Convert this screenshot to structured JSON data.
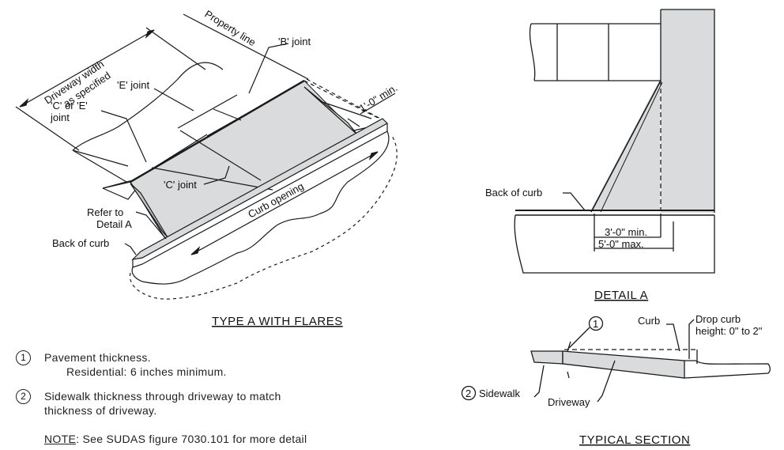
{
  "plan": {
    "driveway_width": [
      "Driveway width",
      "as specified"
    ],
    "property_line": "Property line",
    "b_joint": "'B' joint",
    "e_joint": "'E' joint",
    "c_or_e_joint": [
      "'C' or 'E'",
      "joint"
    ],
    "c_joint": "'C' joint",
    "one_foot_min": "1'-0\" min.",
    "curb_opening": "Curb opening",
    "refer_to_detail": [
      "Refer to",
      "Detail A"
    ],
    "back_of_curb": "Back of curb",
    "caption": "TYPE A WITH FLARES"
  },
  "detail": {
    "back_of_curb": "Back of curb",
    "dim_min": "3'-0\" min.",
    "dim_max": "5'-0\" max.",
    "caption": "DETAIL A"
  },
  "section": {
    "marker_1": "1",
    "curb": "Curb",
    "drop_curb": [
      "Drop curb",
      "height: 0\" to 2\""
    ],
    "marker_2": "2",
    "sidewalk": "Sidewalk",
    "driveway": "Driveway",
    "caption": "TYPICAL SECTION"
  },
  "notes": {
    "n1_marker": "1",
    "n1_line1": "Pavement thickness.",
    "n1_line2": "Residential: 6 inches minimum.",
    "n2_marker": "2",
    "n2_line1": "Sidewalk thickness through driveway to match",
    "n2_line2": "thickness of driveway.",
    "note_label": "NOTE",
    "note_text": ": See SUDAS figure 7030.101 for more detail"
  },
  "colors": {
    "fill": "#d9dbdc",
    "ink": "#1a1a1a"
  }
}
